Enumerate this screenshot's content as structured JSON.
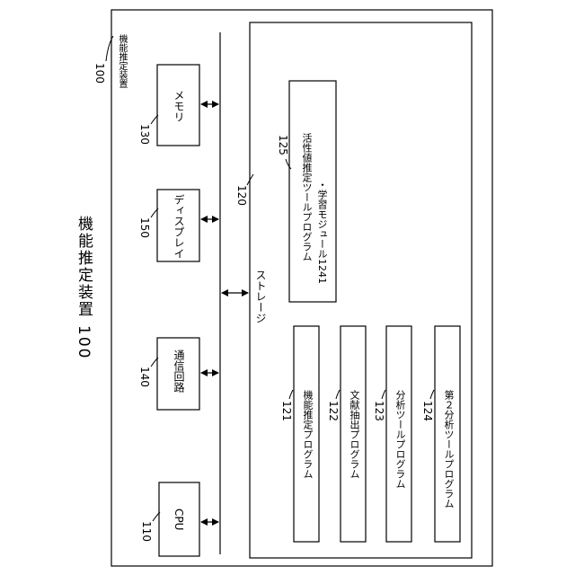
{
  "title": "機能推定装置",
  "title_ref": "100",
  "device_ref": "100",
  "device_label": "機能推定装置",
  "components": {
    "memory": {
      "ref": "130",
      "label": "メモリ"
    },
    "display": {
      "ref": "150",
      "label": "ディスプレイ"
    },
    "comm": {
      "ref": "140",
      "label": "通信回路"
    },
    "cpu": {
      "ref": "110",
      "label": "CPU"
    }
  },
  "storage": {
    "ref": "120",
    "label": "ストレージ",
    "tool": {
      "ref": "125",
      "label": "活性値推定ツールプログラム",
      "sublabel": "・学習モジュール1241"
    },
    "programs": [
      {
        "ref": "121",
        "label": "機能推定プログラム"
      },
      {
        "ref": "122",
        "label": "文献抽出プログラム"
      },
      {
        "ref": "123",
        "label": "分析ツールプログラム"
      },
      {
        "ref": "124",
        "label": "第２分析ツールプログラム"
      }
    ]
  }
}
